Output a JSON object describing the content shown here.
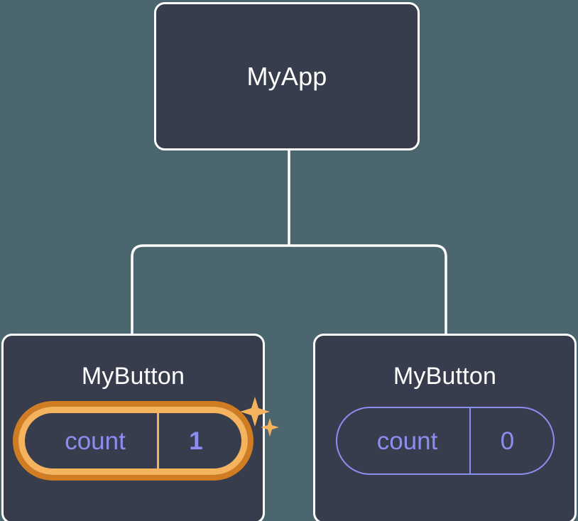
{
  "diagram": {
    "type": "component-tree",
    "background_color": "#4c6670",
    "node_fill_color": "#373d4c",
    "node_border_color": "#ffffff",
    "connector_color": "#ffffff",
    "accent_highlight_outer": "#d07c22",
    "accent_highlight_inner": "#f6b35e",
    "state_text_color": "#8b8ef0",
    "sparkle_color": "#f6b35e",
    "root": {
      "title": "MyApp"
    },
    "children": [
      {
        "title": "MyButton",
        "state": {
          "key": "count",
          "value": "1"
        },
        "highlighted": true,
        "sparkle": true
      },
      {
        "title": "MyButton",
        "state": {
          "key": "count",
          "value": "0"
        },
        "highlighted": false,
        "sparkle": false
      }
    ]
  }
}
